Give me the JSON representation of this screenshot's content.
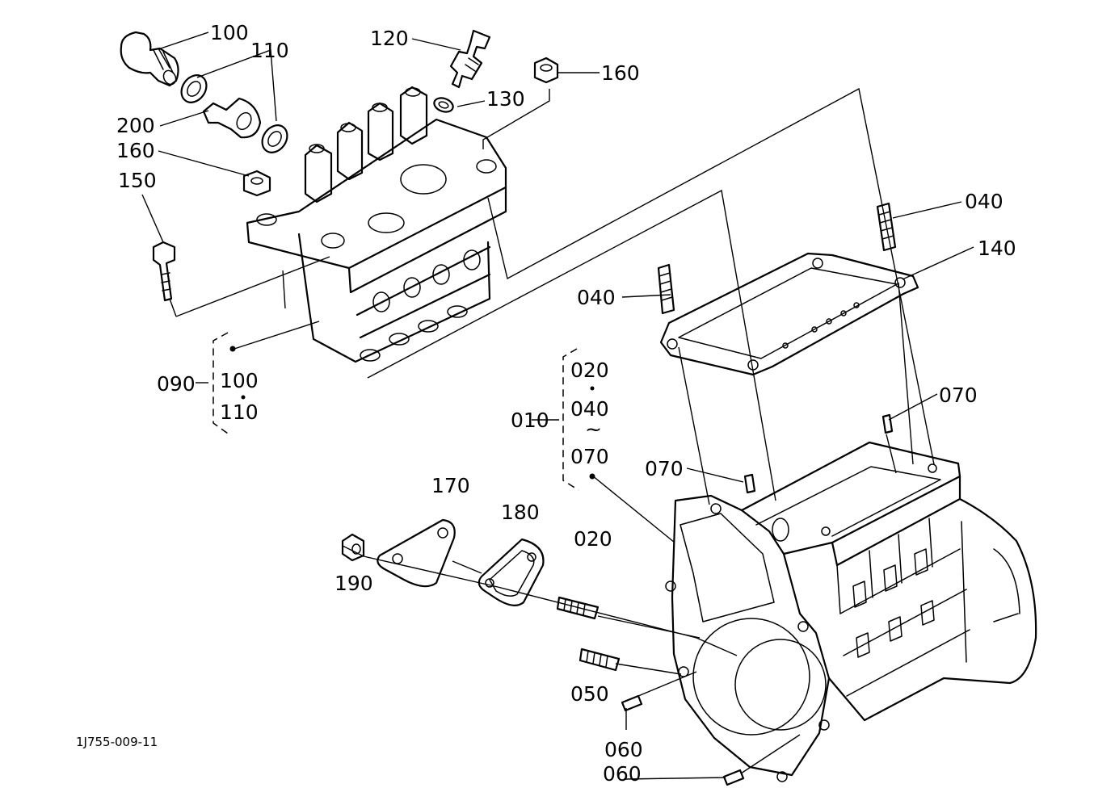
{
  "labels": {
    "l100a": "100",
    "l110a": "110",
    "l120": "120",
    "l160a": "160",
    "l130": "130",
    "l200": "200",
    "l160b": "160",
    "l150": "150",
    "l040a": "040",
    "l140": "140",
    "l040b": "040",
    "l090": "090",
    "l100b": "100",
    "l110b": "110",
    "l020a": "020",
    "l010": "010",
    "l040c": "040",
    "l070range": "070",
    "tilde": "~",
    "l070a": "070",
    "l070b": "070",
    "l170": "170",
    "l180": "180",
    "l190": "190",
    "l020b": "020",
    "l050": "050",
    "l060a": "060",
    "l060b": "060"
  },
  "drawing_code": "1J755-009-11"
}
